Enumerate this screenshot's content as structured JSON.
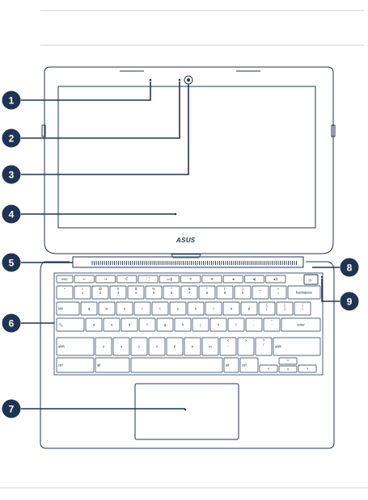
{
  "diagram": {
    "logo_text": "ASUS",
    "colors": {
      "line": "#1f3452",
      "callout_fill": "#1f3452",
      "callout_text": "#ffffff",
      "rule": "#bfbfbf",
      "key_outline": "#1f3452"
    },
    "callouts": [
      {
        "number": "1",
        "target": "microphone"
      },
      {
        "number": "2",
        "target": "camera-indicator"
      },
      {
        "number": "3",
        "target": "camera"
      },
      {
        "number": "4",
        "target": "display-panel"
      },
      {
        "number": "5",
        "target": "hinge-vent"
      },
      {
        "number": "6",
        "target": "keyboard"
      },
      {
        "number": "7",
        "target": "touchpad"
      },
      {
        "number": "8",
        "target": "power-button"
      },
      {
        "number": "9",
        "target": "power-indicator"
      }
    ],
    "keyboard": {
      "top_row": [
        "esc",
        "←",
        "→",
        "C",
        "⛶",
        "▭‖",
        "☼",
        "☀",
        "◂",
        "◂)",
        "◂))",
        "⏻"
      ],
      "number_row": [
        [
          "~",
          "`"
        ],
        [
          "!",
          "1"
        ],
        [
          "@",
          "2"
        ],
        [
          "#",
          "3"
        ],
        [
          "$",
          "4"
        ],
        [
          "%",
          "5"
        ],
        [
          "^",
          "6"
        ],
        [
          "&",
          "7"
        ],
        [
          "*",
          "8"
        ],
        [
          "(",
          "9"
        ],
        [
          ")",
          "0"
        ],
        [
          "_",
          "-"
        ],
        [
          "+",
          "="
        ]
      ],
      "backspace_label": "backspace",
      "tab_label": "tab",
      "qwerty_row": [
        "q",
        "w",
        "e",
        "r",
        "t",
        "y",
        "u",
        "i",
        "o",
        "p"
      ],
      "qwerty_punct": [
        [
          "{",
          "["
        ],
        [
          "}",
          "]"
        ],
        [
          "|",
          "\\"
        ]
      ],
      "search_label": "🔍",
      "home_row": [
        "a",
        "s",
        "d",
        "f",
        "g",
        "h",
        "j",
        "k",
        "l"
      ],
      "home_punct": [
        [
          ":",
          ";"
        ],
        [
          "\"",
          "'"
        ]
      ],
      "enter_label": "enter",
      "shift_label": "shift",
      "bottom_letters": [
        "z",
        "x",
        "c",
        "v",
        "b",
        "n",
        "m"
      ],
      "bottom_punct": [
        [
          "<",
          ","
        ],
        [
          ">",
          "."
        ],
        [
          "?",
          "/"
        ]
      ],
      "ctrl_label": "ctrl",
      "alt_label": "alt",
      "arrow_labels": [
        "<",
        "^",
        "v",
        ">"
      ]
    }
  }
}
